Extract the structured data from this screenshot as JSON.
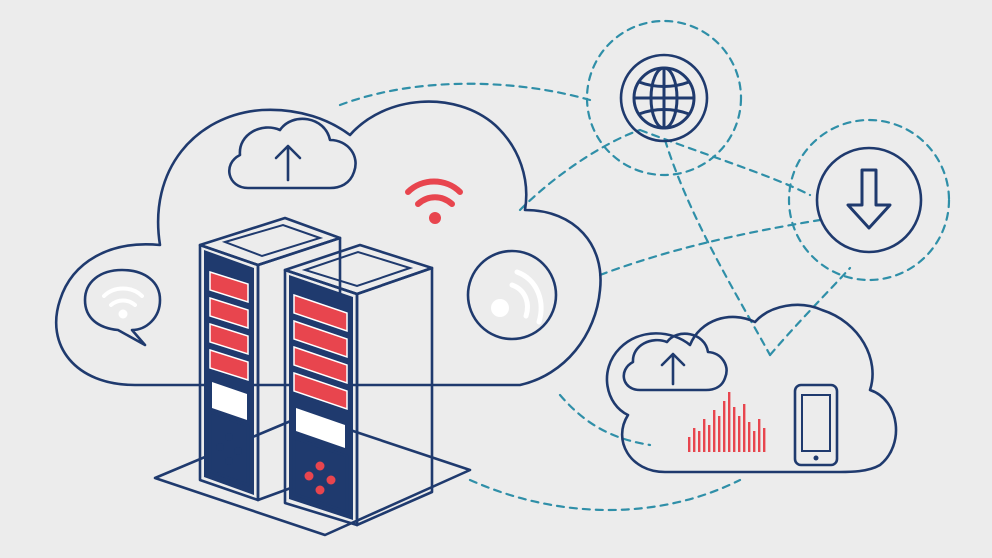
{
  "palette": {
    "navy": "#1f3a6e",
    "red": "#e8454e",
    "sky": "#5bc3e6",
    "teal_dash": "#2f8fa8",
    "bg": "#ececec",
    "white": "#ffffff"
  },
  "icons": [
    "upload-cloud-icon",
    "wifi-icon",
    "wifi-chat-bubble-icon",
    "broadcast-signal-icon",
    "globe-icon",
    "download-arrow-icon",
    "upload-cloud-small-icon",
    "audio-wave-icon",
    "tablet-icon",
    "server-rack-icon"
  ],
  "audio_wave": {
    "levels": [
      0.25,
      0.4,
      0.35,
      0.55,
      0.45,
      0.7,
      0.6,
      0.85,
      1.0,
      0.75,
      0.6,
      0.8,
      0.5,
      0.35,
      0.55,
      0.4
    ]
  }
}
